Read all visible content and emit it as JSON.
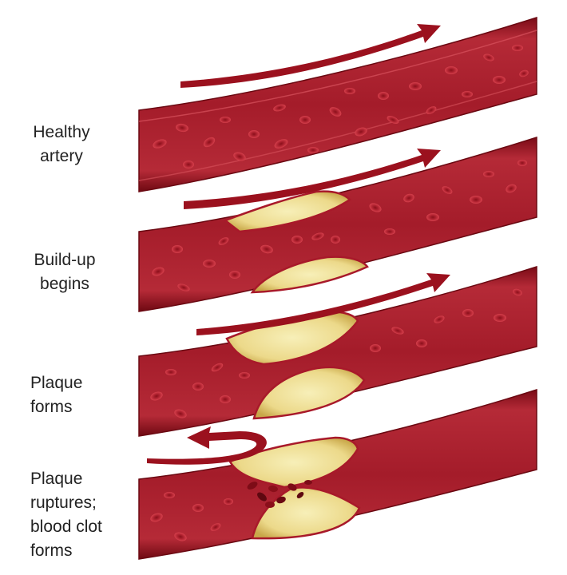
{
  "stages": [
    {
      "id": "healthy",
      "lines": [
        "Healthy",
        "artery"
      ]
    },
    {
      "id": "buildup",
      "lines": [
        "Build-up",
        "begins"
      ]
    },
    {
      "id": "plaque",
      "lines": [
        "Plaque",
        "forms"
      ]
    },
    {
      "id": "rupture",
      "lines": [
        "Plaque",
        "ruptures;",
        "blood clot",
        "forms"
      ]
    }
  ],
  "colors": {
    "vessel_wall": "#8e0f1c",
    "vessel_wall_light": "#b52a37",
    "lumen": "#a81d2b",
    "blood_cell": "#c8323f",
    "blood_cell_dark": "#7d0c17",
    "plaque_fill": "#efe6a3",
    "plaque_edge": "#c9a84a",
    "arrow": "#9b111e",
    "text": "#222222"
  },
  "icons": [
    "flow-arrow",
    "reversed-flow-arrow"
  ]
}
